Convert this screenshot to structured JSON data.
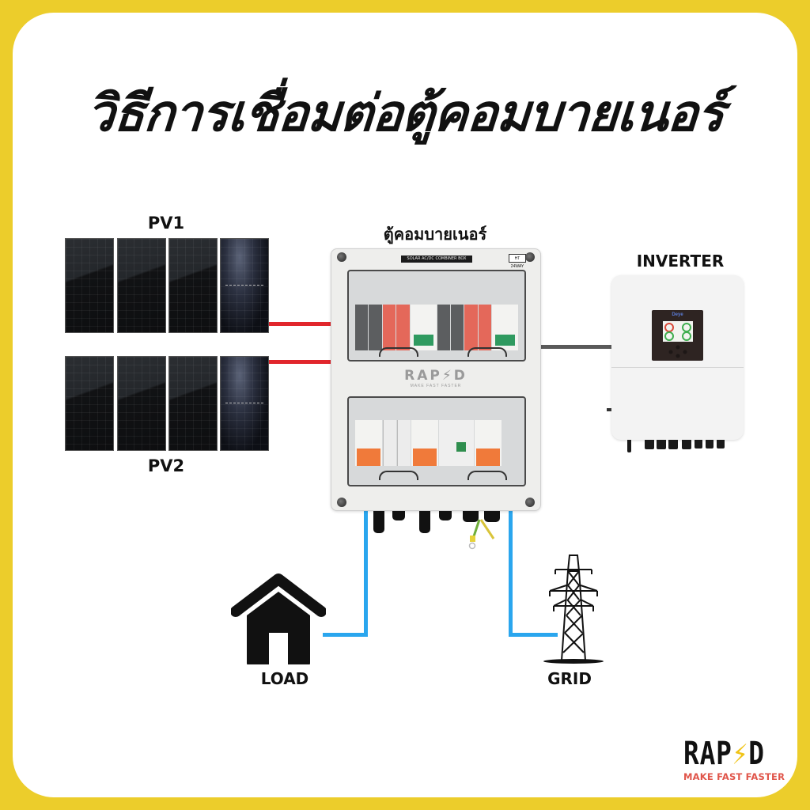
{
  "title": "วิธีการเชื่อมต่อตู้คอมบายเนอร์",
  "labels": {
    "pv1": "PV1",
    "pv2": "PV2",
    "combiner": "ตู้คอมบายเนอร์",
    "inverter": "INVERTER",
    "load": "LOAD",
    "grid": "GRID"
  },
  "combiner_box": {
    "nameplate": "SOLAR AC/DC COMBINER BOX",
    "tag": "HT 24WAY",
    "brand": "RAP⚡D",
    "brand_tagline": "MAKE FAST FASTER"
  },
  "inverter": {
    "brand": "Deye"
  },
  "logo": {
    "word_left": "RAP",
    "bolt": "⚡",
    "word_right": "D",
    "tagline": "MAKE FAST FASTER"
  },
  "colors": {
    "frame": "#eccd2b",
    "pv_wire": "#e1262c",
    "ac_wire": "#2aa6ee",
    "inverter_wire": "#5a5a5a",
    "logo_tagline": "#e0554a",
    "logo_bolt": "#f0c419"
  },
  "icons": {
    "load": "house-icon",
    "grid": "transmission-tower-icon"
  }
}
